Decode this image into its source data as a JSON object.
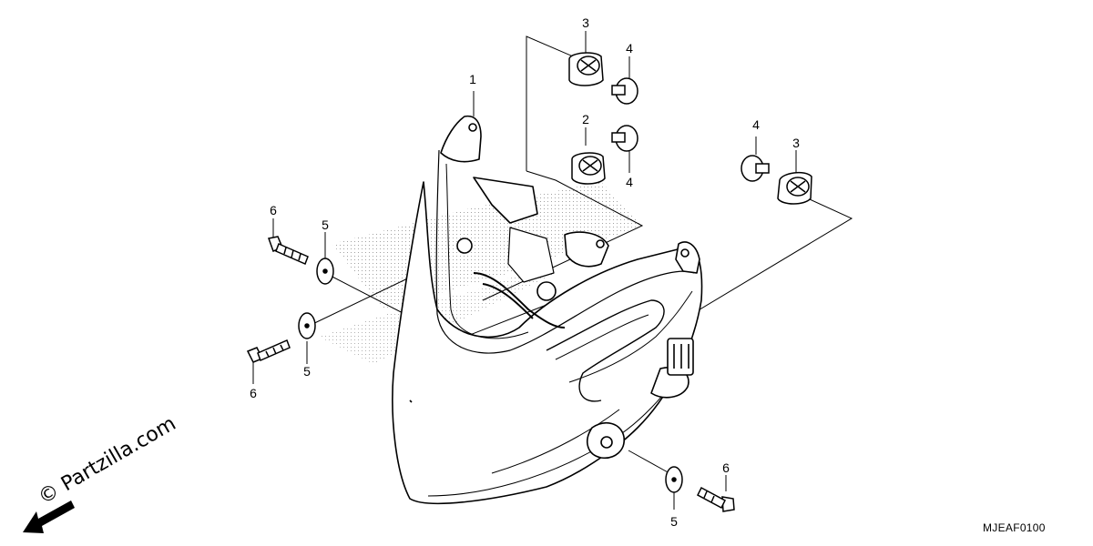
{
  "diagram_code": "MJEAF0100",
  "watermark": "© Partzilla.com",
  "callouts": {
    "c1": "1",
    "c2": "2",
    "c3a": "3",
    "c3b": "3",
    "c4a": "4",
    "c4b": "4",
    "c4c": "4",
    "c5a": "5",
    "c5b": "5",
    "c5c": "5",
    "c6a": "6",
    "c6b": "6",
    "c6c": "6"
  }
}
